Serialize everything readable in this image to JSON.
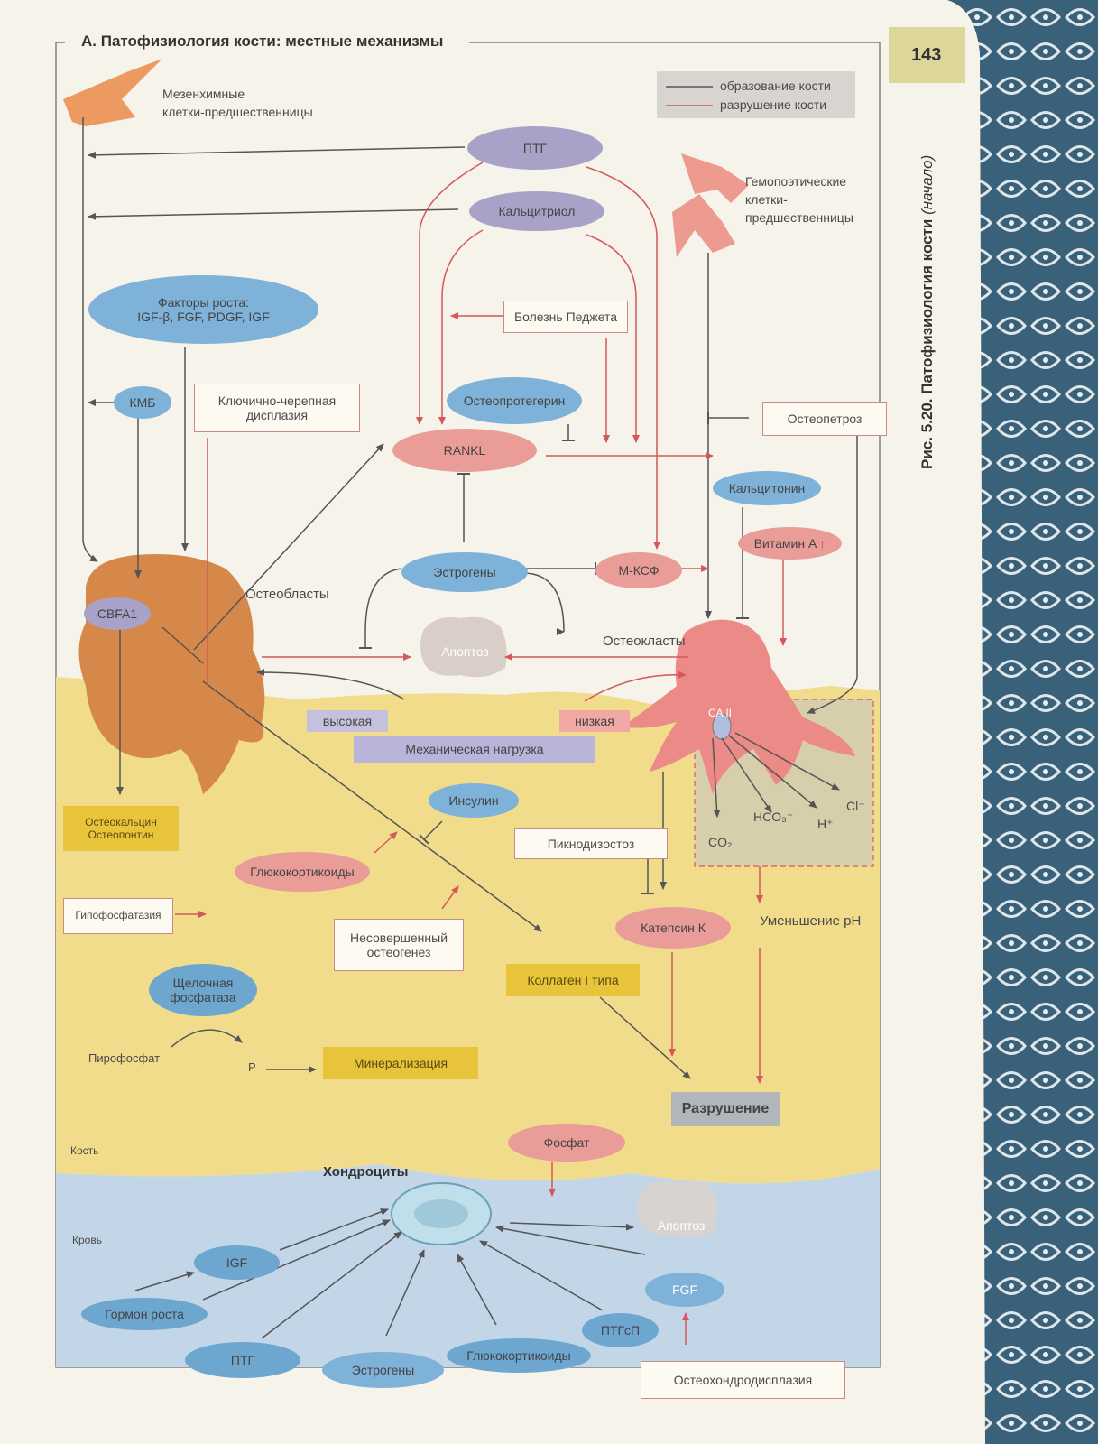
{
  "header": {
    "title": "А. Патофизиология кости: местные механизмы",
    "page_number": "143",
    "figure_caption_bold": "Рис. 5.20. Патофизиология кости",
    "figure_caption_italic": "(начало)"
  },
  "legend": {
    "formation": "образование кости",
    "resorption": "разрушение кости"
  },
  "labels": {
    "mesenchymal_line1": "Мезенхимные",
    "mesenchymal_line2": "клетки-предшественницы",
    "hematopoietic_line1": "Гемопоэтические",
    "hematopoietic_line2": "клетки-",
    "hematopoietic_line3": "предшественницы",
    "osteoblasts": "Остеобласты",
    "osteoclasts": "Остеокласты",
    "chondrocytes": "Хондроциты",
    "bone_zone": "Кость",
    "blood_zone": "Кровь",
    "pyrophosphate": "Пирофосфат",
    "p": "P",
    "ph_decrease": "Уменьшение pH",
    "co2": "CO₂",
    "hco3": "HCO₃⁻",
    "h": "H⁺",
    "cl": "Cl⁻",
    "ca2": "CA II"
  },
  "nodes": {
    "ptg": "ПТГ",
    "calcitriol": "Кальцитриол",
    "growth_factors_line1": "Факторы роста:",
    "growth_factors_line2": "IGF-β, FGF, PDGF, IGF",
    "bmp": "КМБ",
    "osteoprotegerin": "Остеопротегерин",
    "rankl": "RANKL",
    "calcitonin": "Кальцитонин",
    "vitamin_a": "Витамин А",
    "estrogens": "Эстрогены",
    "mcsf": "М-КСФ",
    "cbfa1": "CBFA1",
    "apoptosis_top": "Апоптоз",
    "high": "высокая",
    "low": "низкая",
    "mechanical_load": "Механическая нагрузка",
    "insulin": "Инсулин",
    "glucocorticoids": "Глюкокортикоиды",
    "cathepsin_k": "Катепсин К",
    "alk_phos_line1": "Щелочная",
    "alk_phos_line2": "фосфатаза",
    "phosphate": "Фосфат",
    "apoptosis_bottom": "Апоптоз",
    "igf": "IGF",
    "growth_hormone": "Гормон роста",
    "ptg_bottom": "ПТГ",
    "estrogens_bottom": "Эстрогены",
    "glucocorticoids_bottom": "Глюкокортикоиды",
    "ptgrp": "ПТГсП",
    "fgf": "FGF"
  },
  "boxes": {
    "paget": "Болезнь Педжета",
    "cleidocranial_line1": "Ключично-черепная",
    "cleidocranial_line2": "дисплазия",
    "osteopetrosis": "Остеопетроз",
    "pycnodysostosis": "Пикнодизостоз",
    "hypophosphatasia": "Гипофосфатазия",
    "oi_line1": "Несовершенный",
    "oi_line2": "остеогенез",
    "osteochondrodysplasia": "Остеохондродисплазия"
  },
  "yellow_boxes": {
    "osteocalcin_line1": "Остеокальцин",
    "osteocalcin_line2": "Остеопонтин",
    "collagen": "Коллаген I типа",
    "mineralization": "Минерализация"
  },
  "gray_boxes": {
    "destruction": "Разрушение"
  },
  "colors": {
    "formation_arrow": "#555555",
    "resorption_arrow": "#d4585a",
    "bone_zone": "#f1dc8c",
    "blood_zone": "#c3d6e8",
    "page": "#f5f3ea"
  }
}
